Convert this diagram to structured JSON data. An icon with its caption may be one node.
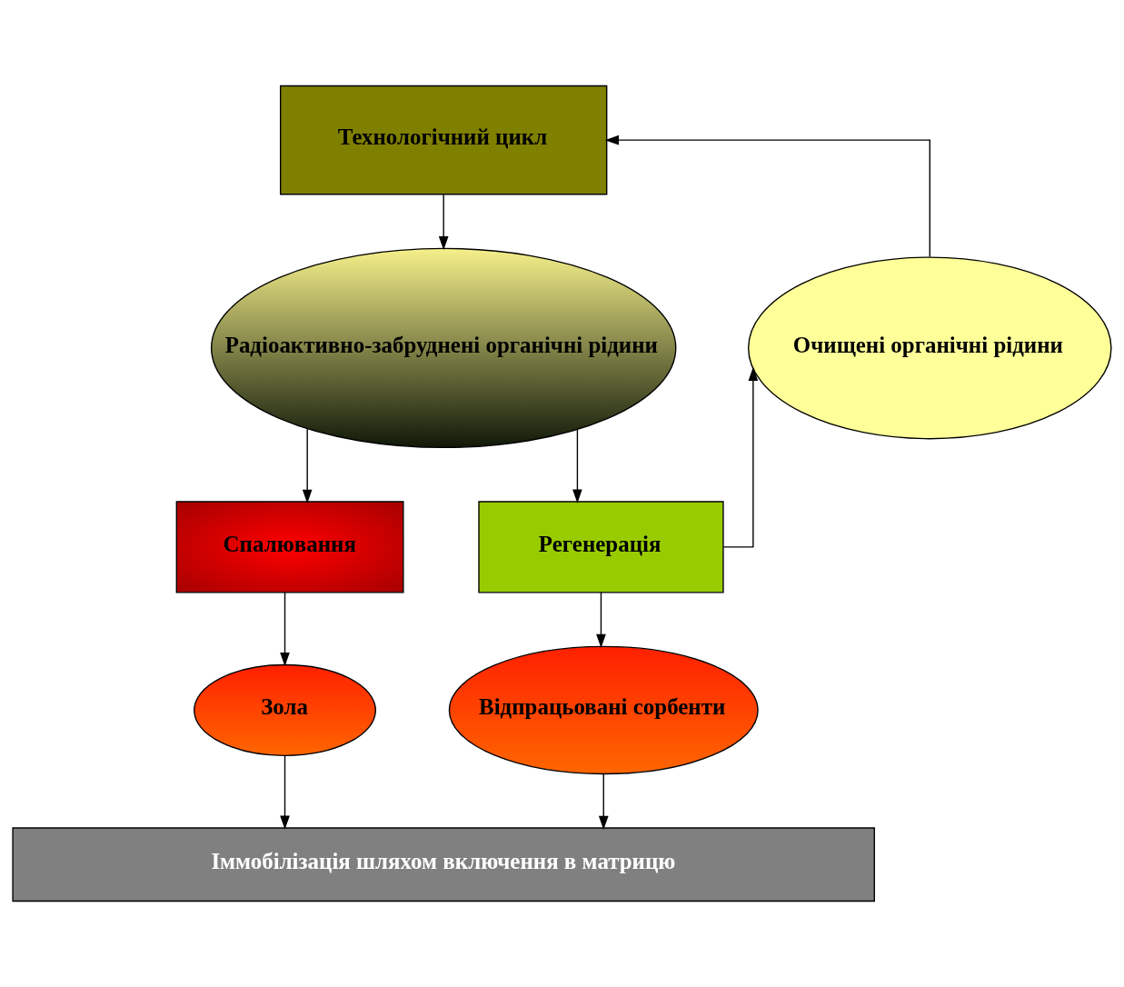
{
  "diagram": {
    "nodes": [
      {
        "text": [
          "Технологічний цикл"
        ]
      },
      {
        "text": [
          "Радіоактивно-забруднені органічні рідини"
        ]
      },
      {
        "text": [
          "Очищені органічні рідини"
        ]
      },
      {
        "text": [
          "Спалювання"
        ]
      },
      {
        "text": [
          "Регенерація"
        ]
      },
      {
        "text": [
          "Зола"
        ]
      },
      {
        "text": [
          "Відпрацьовані сорбенти"
        ]
      },
      {
        "text": [
          "Іммобілізація шляхом включення в матрицю"
        ]
      }
    ],
    "edges": [
      {
        "from": 0,
        "to": 1,
        "arrow": "to"
      },
      {
        "from": 1,
        "to": 3,
        "arrow": "to"
      },
      {
        "from": 1,
        "to": 4,
        "arrow": "to"
      },
      {
        "from": 4,
        "to": 2,
        "arrow": "to"
      },
      {
        "from": 2,
        "to": 0,
        "arrow": "to"
      },
      {
        "from": 3,
        "to": 5,
        "arrow": "to"
      },
      {
        "from": 4,
        "to": 6,
        "arrow": "to"
      },
      {
        "from": 5,
        "to": 7,
        "arrow": "to"
      },
      {
        "from": 6,
        "to": 7,
        "arrow": "to"
      }
    ]
  }
}
